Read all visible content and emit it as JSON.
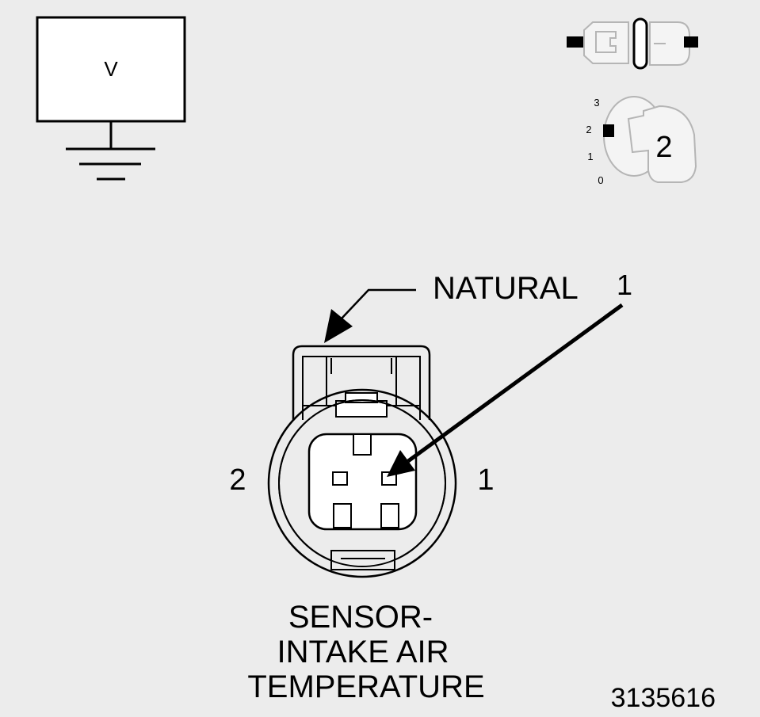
{
  "voltmeter": {
    "label": "V"
  },
  "connector_icon": {
    "position_marks": [
      "3",
      "2",
      "1",
      "0"
    ],
    "position_value": "2"
  },
  "callout": {
    "color_label": "NATURAL",
    "pin_label": "1"
  },
  "connector": {
    "pin_left_label": "2",
    "pin_right_label": "1"
  },
  "component_name": {
    "line1": "SENSOR-",
    "line2": "INTAKE AIR",
    "line3": "TEMPERATURE"
  },
  "figure_id": "3135616",
  "colors": {
    "background": "#ececec",
    "stroke": "#000000",
    "icon_fill": "#f4f4f4",
    "icon_stroke": "#b5b5b5"
  }
}
